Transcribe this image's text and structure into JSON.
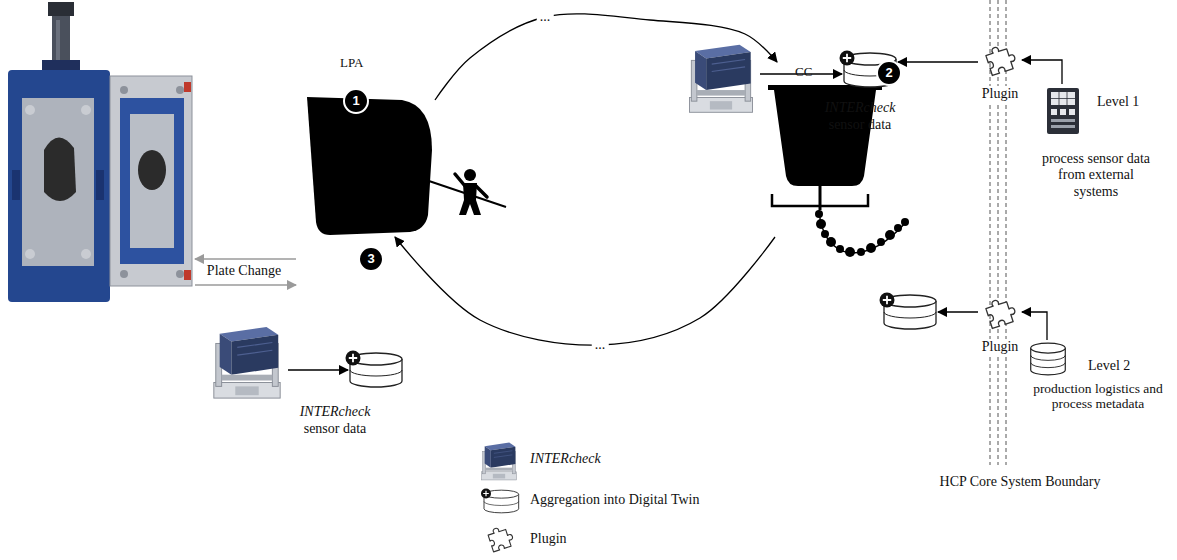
{
  "diagram": {
    "nodes": [
      {
        "text": [
          "LPA"
        ]
      },
      {
        "text": [
          "CC"
        ]
      },
      {
        "text": [
          "Plugin"
        ]
      },
      {
        "text": [
          "Level 1",
          "process sensor data from external systems"
        ]
      },
      {
        "text": [
          "Plugin"
        ]
      },
      {
        "text": [
          "Level 2",
          "production logistics and process metadata"
        ]
      }
    ],
    "edges": [
      {
        "from": 0,
        "to": 1,
        "arrow": "to",
        "label": "..."
      },
      {
        "from": 1,
        "to": 0,
        "arrow": "to",
        "label": "..."
      },
      {
        "from": 3,
        "to": 2,
        "arrow": "to"
      },
      {
        "from": 5,
        "to": 4,
        "arrow": "to"
      }
    ],
    "labels": [
      "1",
      "INTERcheck",
      "sensor data",
      "2",
      "Plate Change",
      "3",
      "INTERcheck",
      "sensor data",
      "HCP Core System Boundary"
    ],
    "legend": [
      {
        "text": "INTERcheck"
      },
      {
        "text": "Aggregation into Digital Twin"
      },
      {
        "text": "Plugin"
      }
    ]
  }
}
